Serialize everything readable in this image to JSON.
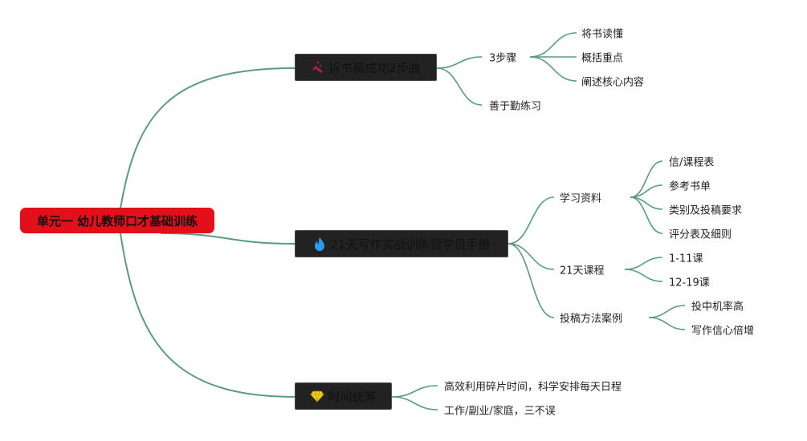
{
  "root": {
    "label": "单元一 幼儿教师口才基础训练"
  },
  "colors": {
    "root": "#e3101b",
    "topic_bg": "#222222",
    "line": "#5a9a82"
  },
  "topics": [
    {
      "label": "拆书稿成功2步曲",
      "icon": "magic-wand-icon",
      "children": [
        {
          "label": "3步骤",
          "children": [
            {
              "label": "将书读懂"
            },
            {
              "label": "概括重点"
            },
            {
              "label": "阐述核心内容"
            }
          ]
        },
        {
          "label": "善于勤练习"
        }
      ]
    },
    {
      "label": "21天写作实战训练营学员手册",
      "icon": "fire-icon",
      "children": [
        {
          "label": "学习资料",
          "children": [
            {
              "label": "信/课程表"
            },
            {
              "label": "参考书单"
            },
            {
              "label": "类别及投稿要求"
            },
            {
              "label": "评分表及细则"
            }
          ]
        },
        {
          "label": "21天课程",
          "children": [
            {
              "label": "1-11课"
            },
            {
              "label": "12-19课"
            }
          ]
        },
        {
          "label": "投稿方法案例",
          "children": [
            {
              "label": "投中机率高"
            },
            {
              "label": "写作信心倍增"
            }
          ]
        }
      ]
    },
    {
      "label": "时间统筹",
      "icon": "diamond-icon",
      "children": [
        {
          "label": "高效利用碎片时间，科学安排每天日程"
        },
        {
          "label": "工作/副业/家庭，三不误"
        }
      ]
    }
  ]
}
